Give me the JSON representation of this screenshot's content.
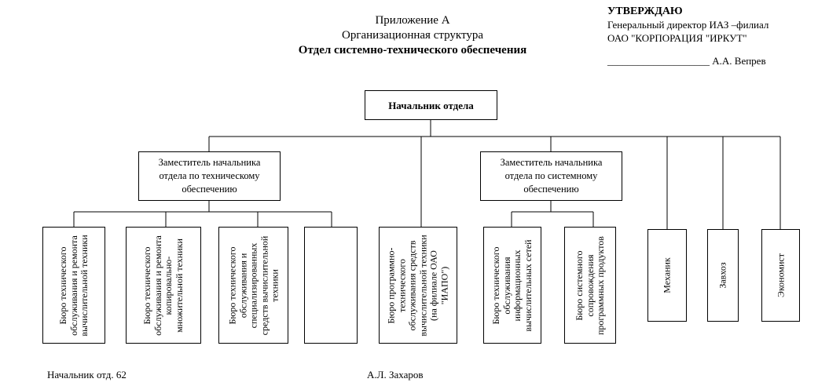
{
  "header": {
    "appendix": "Приложение А",
    "subtitle": "Организационная структура",
    "department": "Отдел системно-технического обеспечения"
  },
  "approval": {
    "head": "УТВЕРЖДАЮ",
    "line1": "Генеральный директор ИАЗ –филиал",
    "line2": "ОАО \"КОРПОРАЦИЯ \"ИРКУТ\"",
    "signature_line": "____________________ А.А. Вепрев"
  },
  "chart": {
    "head": "Начальник отдела",
    "deputy_technical": "Заместитель начальника отдела по техническому обеспечению",
    "deputy_system": "Заместитель начальника отдела по системному обеспечению",
    "units": {
      "bureau_repair": "Бюро технического обслуживания и ремонта вычислительной техники",
      "bureau_copy": "Бюро технического обслуживания и ремонта копировально-множительной техники",
      "bureau_special": "Бюро технического обслуживания и специализированных средств вычислительной техники",
      "empty_box": "",
      "bureau_software": "Бюро программно-технического обслуживания средств вычислительной техники (на филиале ОАО \"ИАПО\")",
      "bureau_networks": "Бюро технического обслуживания информационных вычислительных сетей",
      "bureau_system_support": "Бюро системного сопровождения программных продуктов",
      "mechanic": "Механик",
      "storekeeper": "Завхоз",
      "economist": "Экономист"
    }
  },
  "footer": {
    "left": "Начальник отд. 62",
    "right": "А.Л. Захаров"
  }
}
